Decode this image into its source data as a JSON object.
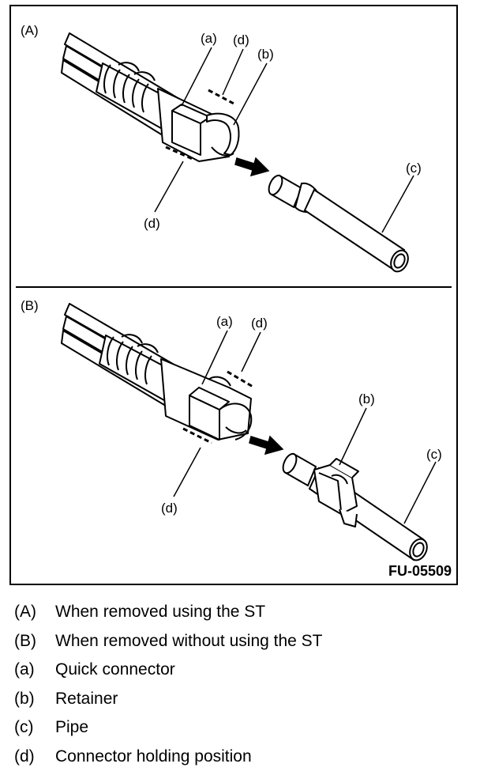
{
  "figure": {
    "code": "FU-05509",
    "panels": [
      {
        "id": "A",
        "label": "(A)",
        "callouts": {
          "a": "(a)",
          "b": "(b)",
          "c": "(c)",
          "d1": "(d)",
          "d2": "(d)"
        }
      },
      {
        "id": "B",
        "label": "(B)",
        "callouts": {
          "a": "(a)",
          "b": "(b)",
          "c": "(c)",
          "d1": "(d)",
          "d2": "(d)"
        }
      }
    ]
  },
  "legend": [
    {
      "key": "(A)",
      "text": "When removed using the ST"
    },
    {
      "key": "(B)",
      "text": "When removed without using the ST"
    },
    {
      "key": "(a)",
      "text": "Quick connector"
    },
    {
      "key": "(b)",
      "text": "Retainer"
    },
    {
      "key": "(c)",
      "text": "Pipe"
    },
    {
      "key": "(d)",
      "text": "Connector holding position"
    }
  ],
  "colors": {
    "line": "#000000",
    "fill": "#ffffff"
  }
}
